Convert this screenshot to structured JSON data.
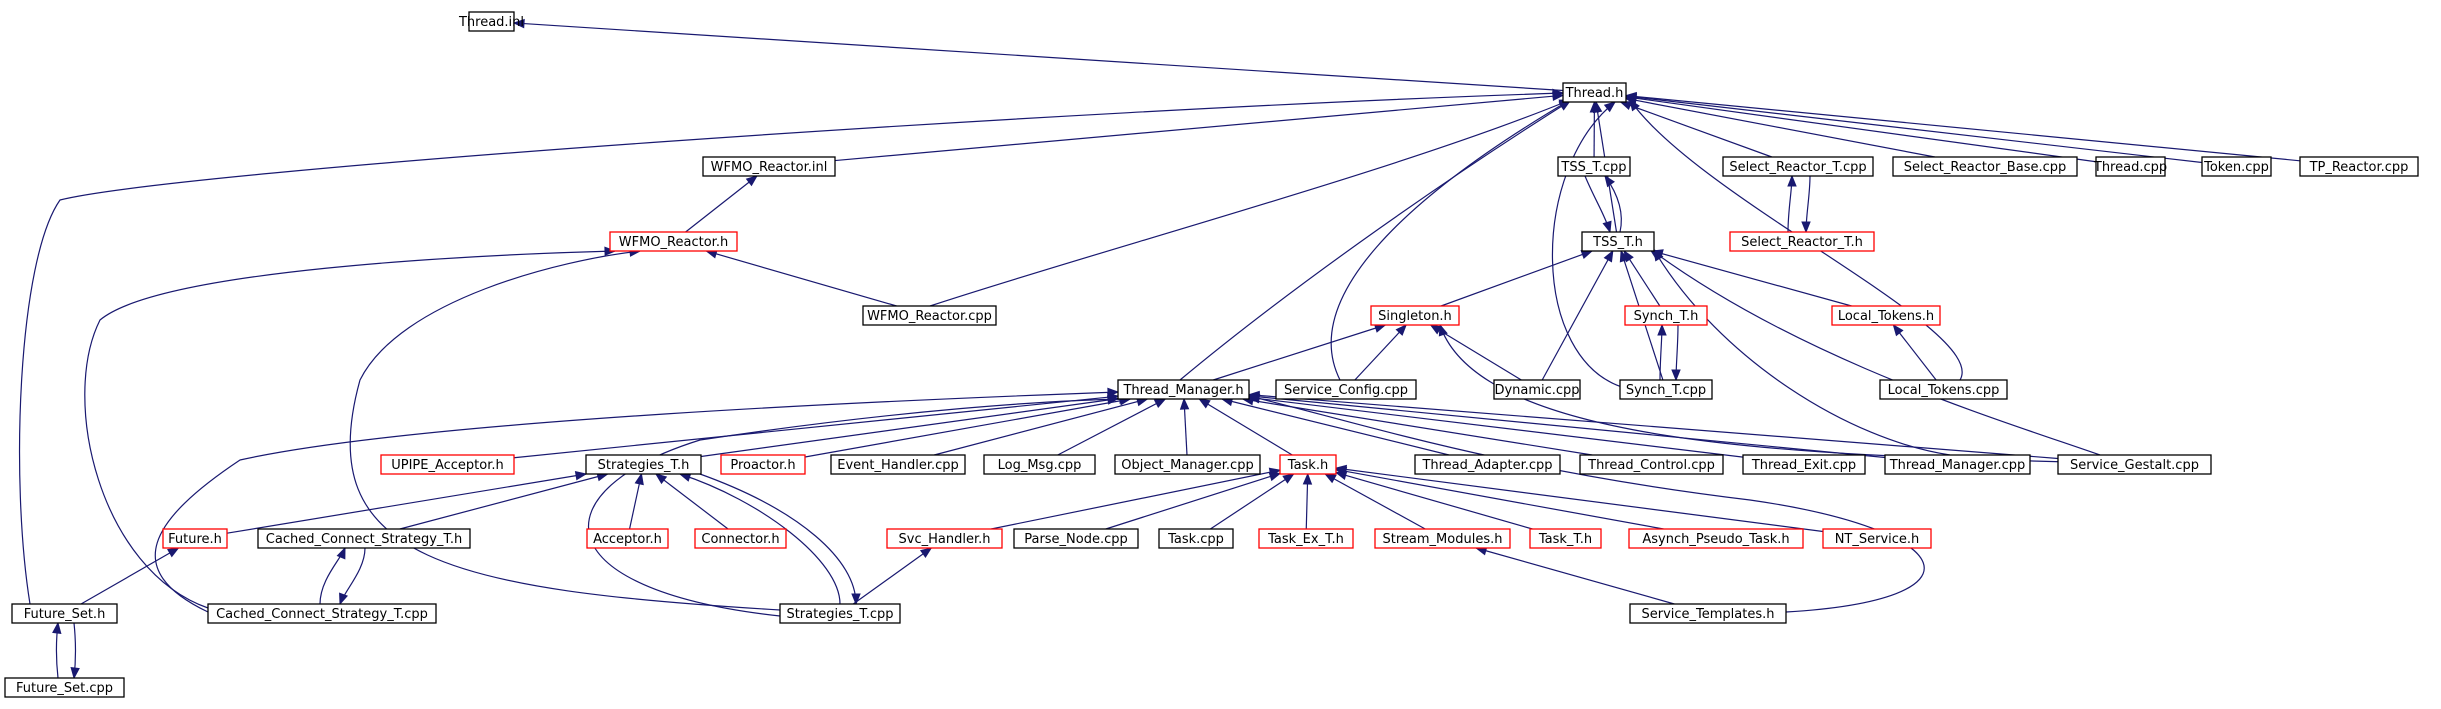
{
  "colors": {
    "edge": "#191970",
    "border_default": "#000000",
    "border_red": "#ff0000",
    "root_fill": "#bfbfbf"
  },
  "nodes": [
    {
      "id": "thread_inl",
      "label": "Thread.inl",
      "style": "root"
    },
    {
      "id": "thread_h",
      "label": "Thread.h",
      "style": "default"
    },
    {
      "id": "wfmo_reactor_inl",
      "label": "WFMO_Reactor.inl",
      "style": "default"
    },
    {
      "id": "tss_t_cpp",
      "label": "TSS_T.cpp",
      "style": "default"
    },
    {
      "id": "select_reactor_t_cpp",
      "label": "Select_Reactor_T.cpp",
      "style": "default"
    },
    {
      "id": "select_reactor_base_cpp",
      "label": "Select_Reactor_Base.cpp",
      "style": "default"
    },
    {
      "id": "thread_cpp",
      "label": "Thread.cpp",
      "style": "default"
    },
    {
      "id": "token_cpp",
      "label": "Token.cpp",
      "style": "default"
    },
    {
      "id": "tp_reactor_cpp",
      "label": "TP_Reactor.cpp",
      "style": "default"
    },
    {
      "id": "wfmo_reactor_h",
      "label": "WFMO_Reactor.h",
      "style": "red"
    },
    {
      "id": "tss_t_h",
      "label": "TSS_T.h",
      "style": "default"
    },
    {
      "id": "select_reactor_t_h",
      "label": "Select_Reactor_T.h",
      "style": "red"
    },
    {
      "id": "wfmo_reactor_cpp",
      "label": "WFMO_Reactor.cpp",
      "style": "default"
    },
    {
      "id": "singleton_h",
      "label": "Singleton.h",
      "style": "red"
    },
    {
      "id": "synch_t_h",
      "label": "Synch_T.h",
      "style": "red"
    },
    {
      "id": "local_tokens_h",
      "label": "Local_Tokens.h",
      "style": "red"
    },
    {
      "id": "thread_manager_h",
      "label": "Thread_Manager.h",
      "style": "default"
    },
    {
      "id": "service_config_cpp",
      "label": "Service_Config.cpp",
      "style": "default"
    },
    {
      "id": "dynamic_cpp",
      "label": "Dynamic.cpp",
      "style": "default"
    },
    {
      "id": "synch_t_cpp",
      "label": "Synch_T.cpp",
      "style": "default"
    },
    {
      "id": "local_tokens_cpp",
      "label": "Local_Tokens.cpp",
      "style": "default"
    },
    {
      "id": "upipe_acceptor_h",
      "label": "UPIPE_Acceptor.h",
      "style": "red"
    },
    {
      "id": "strategies_t_h",
      "label": "Strategies_T.h",
      "style": "default"
    },
    {
      "id": "proactor_h",
      "label": "Proactor.h",
      "style": "red"
    },
    {
      "id": "event_handler_cpp",
      "label": "Event_Handler.cpp",
      "style": "default"
    },
    {
      "id": "log_msg_cpp",
      "label": "Log_Msg.cpp",
      "style": "default"
    },
    {
      "id": "object_manager_cpp",
      "label": "Object_Manager.cpp",
      "style": "default"
    },
    {
      "id": "task_h",
      "label": "Task.h",
      "style": "red"
    },
    {
      "id": "thread_adapter_cpp",
      "label": "Thread_Adapter.cpp",
      "style": "default"
    },
    {
      "id": "thread_control_cpp",
      "label": "Thread_Control.cpp",
      "style": "default"
    },
    {
      "id": "thread_exit_cpp",
      "label": "Thread_Exit.cpp",
      "style": "default"
    },
    {
      "id": "thread_manager_cpp",
      "label": "Thread_Manager.cpp",
      "style": "default"
    },
    {
      "id": "service_gestalt_cpp",
      "label": "Service_Gestalt.cpp",
      "style": "default"
    },
    {
      "id": "future_h",
      "label": "Future.h",
      "style": "red"
    },
    {
      "id": "cached_connect_strategy_t_h",
      "label": "Cached_Connect_Strategy_T.h",
      "style": "default"
    },
    {
      "id": "acceptor_h",
      "label": "Acceptor.h",
      "style": "red"
    },
    {
      "id": "connector_h",
      "label": "Connector.h",
      "style": "red"
    },
    {
      "id": "svc_handler_h",
      "label": "Svc_Handler.h",
      "style": "red"
    },
    {
      "id": "parse_node_cpp",
      "label": "Parse_Node.cpp",
      "style": "default"
    },
    {
      "id": "task_cpp",
      "label": "Task.cpp",
      "style": "default"
    },
    {
      "id": "task_ex_t_h",
      "label": "Task_Ex_T.h",
      "style": "red"
    },
    {
      "id": "stream_modules_h",
      "label": "Stream_Modules.h",
      "style": "red"
    },
    {
      "id": "task_t_h",
      "label": "Task_T.h",
      "style": "red"
    },
    {
      "id": "asynch_pseudo_task_h",
      "label": "Asynch_Pseudo_Task.h",
      "style": "red"
    },
    {
      "id": "nt_service_h",
      "label": "NT_Service.h",
      "style": "red"
    },
    {
      "id": "future_set_h",
      "label": "Future_Set.h",
      "style": "default"
    },
    {
      "id": "cached_connect_strategy_t_cpp",
      "label": "Cached_Connect_Strategy_T.cpp",
      "style": "default"
    },
    {
      "id": "strategies_t_cpp",
      "label": "Strategies_T.cpp",
      "style": "default"
    },
    {
      "id": "service_templates_h",
      "label": "Service_Templates.h",
      "style": "default"
    },
    {
      "id": "future_set_cpp",
      "label": "Future_Set.cpp",
      "style": "default"
    }
  ],
  "edges": [
    [
      "thread_h",
      "thread_inl"
    ],
    [
      "wfmo_reactor_inl",
      "thread_h"
    ],
    [
      "tss_t_cpp",
      "thread_h"
    ],
    [
      "select_reactor_t_cpp",
      "thread_h"
    ],
    [
      "select_reactor_base_cpp",
      "thread_h"
    ],
    [
      "thread_cpp",
      "thread_h"
    ],
    [
      "token_cpp",
      "thread_h"
    ],
    [
      "tp_reactor_cpp",
      "thread_h"
    ],
    [
      "wfmo_reactor_cpp",
      "thread_h"
    ],
    [
      "tss_t_h",
      "thread_h"
    ],
    [
      "thread_manager_h",
      "thread_h"
    ],
    [
      "service_config_cpp",
      "thread_h"
    ],
    [
      "synch_t_cpp",
      "thread_h"
    ],
    [
      "local_tokens_cpp",
      "thread_h"
    ],
    [
      "future_set_h",
      "thread_h"
    ],
    [
      "wfmo_reactor_h",
      "wfmo_reactor_inl"
    ],
    [
      "tss_t_h",
      "tss_t_cpp"
    ],
    [
      "tss_t_cpp",
      "tss_t_h"
    ],
    [
      "select_reactor_t_h",
      "select_reactor_t_cpp"
    ],
    [
      "select_reactor_t_cpp",
      "select_reactor_t_h"
    ],
    [
      "wfmo_reactor_cpp",
      "wfmo_reactor_h"
    ],
    [
      "cached_connect_strategy_t_cpp",
      "wfmo_reactor_h"
    ],
    [
      "strategies_t_cpp",
      "wfmo_reactor_h"
    ],
    [
      "singleton_h",
      "tss_t_h"
    ],
    [
      "synch_t_h",
      "tss_t_h"
    ],
    [
      "local_tokens_h",
      "tss_t_h"
    ],
    [
      "dynamic_cpp",
      "tss_t_h"
    ],
    [
      "synch_t_cpp",
      "tss_t_h"
    ],
    [
      "thread_manager_cpp",
      "tss_t_h"
    ],
    [
      "service_gestalt_cpp",
      "tss_t_h"
    ],
    [
      "thread_manager_h",
      "singleton_h"
    ],
    [
      "service_config_cpp",
      "singleton_h"
    ],
    [
      "dynamic_cpp",
      "singleton_h"
    ],
    [
      "service_gestalt_cpp",
      "singleton_h"
    ],
    [
      "synch_t_cpp",
      "synch_t_h"
    ],
    [
      "synch_t_h",
      "synch_t_cpp"
    ],
    [
      "local_tokens_cpp",
      "local_tokens_h"
    ],
    [
      "upipe_acceptor_h",
      "thread_manager_h"
    ],
    [
      "strategies_t_h",
      "thread_manager_h"
    ],
    [
      "proactor_h",
      "thread_manager_h"
    ],
    [
      "event_handler_cpp",
      "thread_manager_h"
    ],
    [
      "log_msg_cpp",
      "thread_manager_h"
    ],
    [
      "object_manager_cpp",
      "thread_manager_h"
    ],
    [
      "task_h",
      "thread_manager_h"
    ],
    [
      "thread_adapter_cpp",
      "thread_manager_h"
    ],
    [
      "thread_control_cpp",
      "thread_manager_h"
    ],
    [
      "thread_exit_cpp",
      "thread_manager_h"
    ],
    [
      "thread_manager_cpp",
      "thread_manager_h"
    ],
    [
      "service_gestalt_cpp",
      "thread_manager_h"
    ],
    [
      "cached_connect_strategy_t_cpp",
      "thread_manager_h"
    ],
    [
      "strategies_t_cpp",
      "thread_manager_h"
    ],
    [
      "service_templates_h",
      "thread_manager_h"
    ],
    [
      "future_h",
      "strategies_t_h"
    ],
    [
      "cached_connect_strategy_t_h",
      "strategies_t_h"
    ],
    [
      "acceptor_h",
      "strategies_t_h"
    ],
    [
      "connector_h",
      "strategies_t_h"
    ],
    [
      "strategies_t_cpp",
      "strategies_t_h"
    ],
    [
      "strategies_t_h",
      "strategies_t_cpp"
    ],
    [
      "svc_handler_h",
      "task_h"
    ],
    [
      "parse_node_cpp",
      "task_h"
    ],
    [
      "task_cpp",
      "task_h"
    ],
    [
      "task_ex_t_h",
      "task_h"
    ],
    [
      "stream_modules_h",
      "task_h"
    ],
    [
      "task_t_h",
      "task_h"
    ],
    [
      "asynch_pseudo_task_h",
      "task_h"
    ],
    [
      "nt_service_h",
      "task_h"
    ],
    [
      "future_set_h",
      "future_h"
    ],
    [
      "cached_connect_strategy_t_cpp",
      "cached_connect_strategy_t_h"
    ],
    [
      "cached_connect_strategy_t_h",
      "cached_connect_strategy_t_cpp"
    ],
    [
      "strategies_t_cpp",
      "svc_handler_h"
    ],
    [
      "service_templates_h",
      "stream_modules_h"
    ],
    [
      "future_set_cpp",
      "future_set_h"
    ],
    [
      "future_set_h",
      "future_set_cpp"
    ]
  ]
}
